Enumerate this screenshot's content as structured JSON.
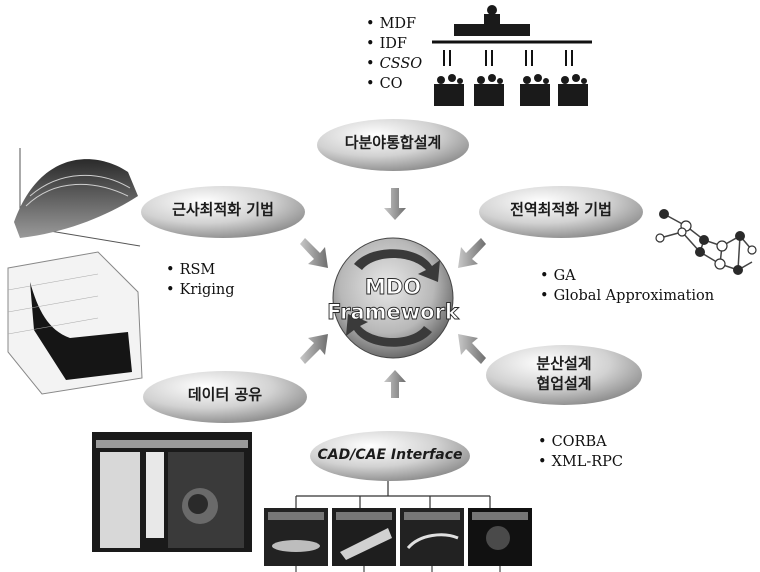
{
  "center": {
    "line1": "MDO",
    "line2": "Framework"
  },
  "topics": {
    "multidisciplinary": "다분야통합설계",
    "approx_opt": "근사최적화 기법",
    "global_opt": "전역최적화 기법",
    "data_sharing": "데이터 공유",
    "distributed_1": "분산설계",
    "distributed_2": "협업설계",
    "cad_cae": "CAD/CAE Interface"
  },
  "lists": {
    "mdo_methods": [
      "MDF",
      "IDF",
      "CSSO",
      "CO"
    ],
    "approx_methods": [
      "RSM",
      "Kriging"
    ],
    "global_methods": [
      "GA",
      "Global Approximation"
    ],
    "distributed_tech": [
      "CORBA",
      "XML-RPC"
    ]
  },
  "colors": {
    "pill_light": "#ffffff",
    "pill_dark": "#8a8a8a",
    "arrow": "#8c8c8c",
    "center_dark": "#3a3a3a"
  }
}
